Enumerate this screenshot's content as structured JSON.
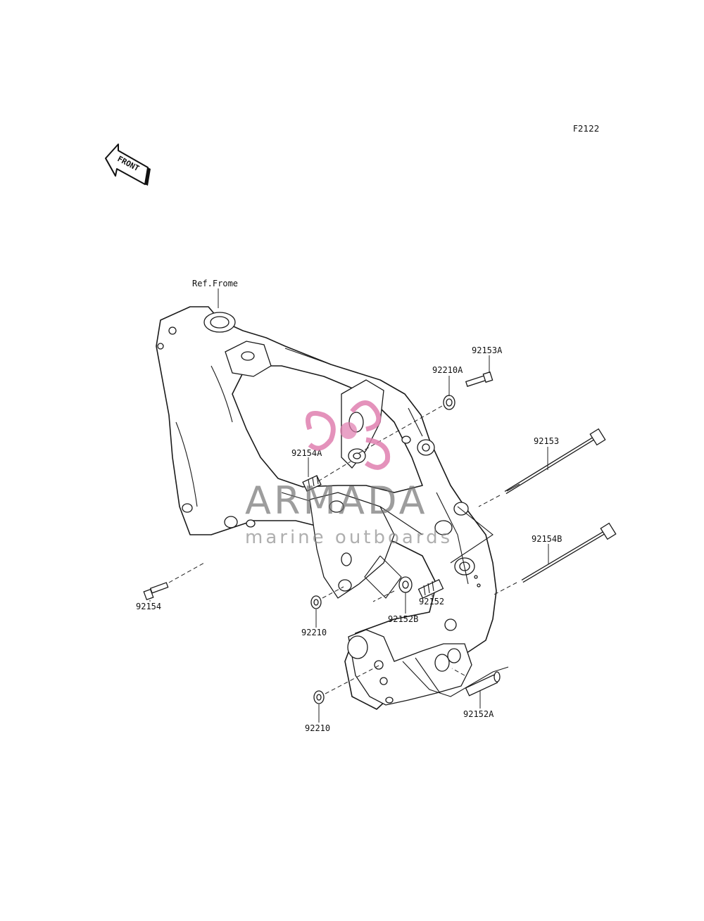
{
  "figure_id": "F2122",
  "front_arrow": {
    "label": "FRONT"
  },
  "reference": {
    "label": "Ref.Frome"
  },
  "parts": [
    {
      "id": "p-92153A",
      "label": "92153A"
    },
    {
      "id": "p-92210A",
      "label": "92210A"
    },
    {
      "id": "p-92153",
      "label": "92153"
    },
    {
      "id": "p-92154A",
      "label": "92154A"
    },
    {
      "id": "p-92154B",
      "label": "92154B"
    },
    {
      "id": "p-92154",
      "label": "92154"
    },
    {
      "id": "p-92152",
      "label": "92152"
    },
    {
      "id": "p-92152B",
      "label": "92152B"
    },
    {
      "id": "p-92210-upper",
      "label": "92210"
    },
    {
      "id": "p-92210-lower",
      "label": "92210"
    },
    {
      "id": "p-92152A",
      "label": "92152A"
    }
  ],
  "watermark": {
    "brand": "ARMADA",
    "tagline": "marine outboards",
    "accent_color": "#e07fb0"
  }
}
